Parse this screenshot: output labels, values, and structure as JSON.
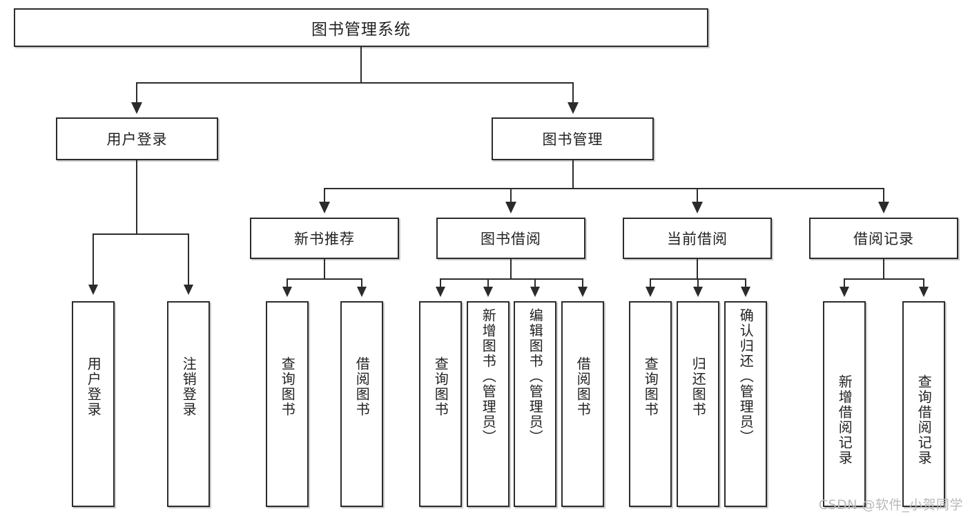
{
  "diagram": {
    "type": "tree",
    "title": "图书管理系统",
    "root": {
      "label": "图书管理系统"
    },
    "level2": [
      {
        "label": "用户登录"
      },
      {
        "label": "图书管理"
      }
    ],
    "level3": [
      {
        "label": "新书推荐"
      },
      {
        "label": "图书借阅"
      },
      {
        "label": "当前借阅"
      },
      {
        "label": "借阅记录"
      }
    ],
    "leaves": {
      "user_login": [
        {
          "label": "用户登录"
        },
        {
          "label": "注销登录"
        }
      ],
      "new_book_recommend": [
        {
          "label": "查询图书"
        },
        {
          "label": "借阅图书"
        }
      ],
      "book_borrow": [
        {
          "label": "查询图书"
        },
        {
          "label": "新增图书（管理员）"
        },
        {
          "label": "编辑图书（管理员）"
        },
        {
          "label": "借阅图书"
        }
      ],
      "current_borrow": [
        {
          "label": "查询图书"
        },
        {
          "label": "归还图书"
        },
        {
          "label": "确认归还（管理员）"
        }
      ],
      "borrow_record": [
        {
          "label": "新增借阅记录"
        },
        {
          "label": "查询借阅记录"
        }
      ]
    }
  },
  "watermark": {
    "text": "CSDN @软件_小贺同学"
  },
  "colors": {
    "border": "#2b2b2b",
    "background": "#ffffff",
    "text": "#222222",
    "watermark": "#b9b9b9"
  }
}
